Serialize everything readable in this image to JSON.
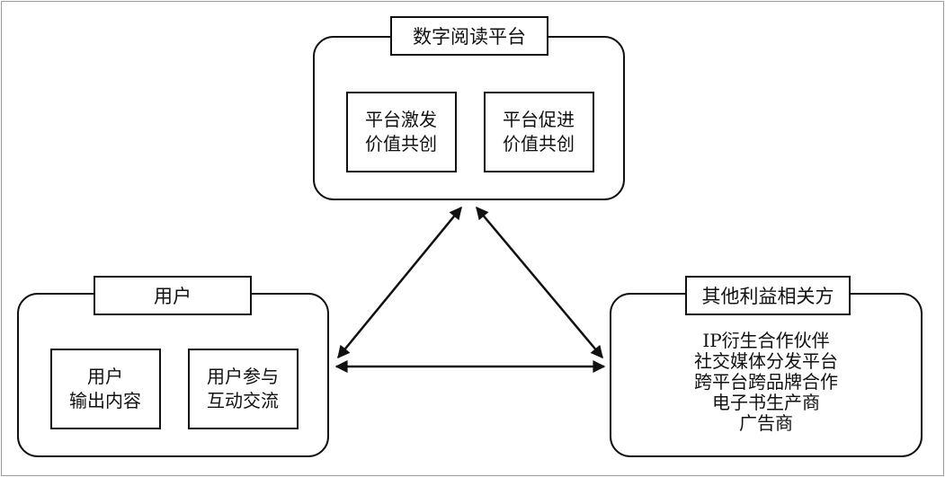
{
  "diagram": {
    "platform": {
      "title": "数字阅读平台",
      "boxes": [
        {
          "lines": [
            "平台激发",
            "价值共创"
          ]
        },
        {
          "lines": [
            "平台促进",
            "价值共创"
          ]
        }
      ]
    },
    "users": {
      "title": "用户",
      "boxes": [
        {
          "lines": [
            "用户",
            "输出内容"
          ]
        },
        {
          "lines": [
            "用户参与",
            "互动交流"
          ]
        }
      ]
    },
    "stakeholders": {
      "title": "其他利益相关方",
      "items": [
        "IP衍生合作伙伴",
        "社交媒体分发平台",
        "跨平台跨品牌合作",
        "电子书生产商",
        "广告商"
      ]
    }
  }
}
